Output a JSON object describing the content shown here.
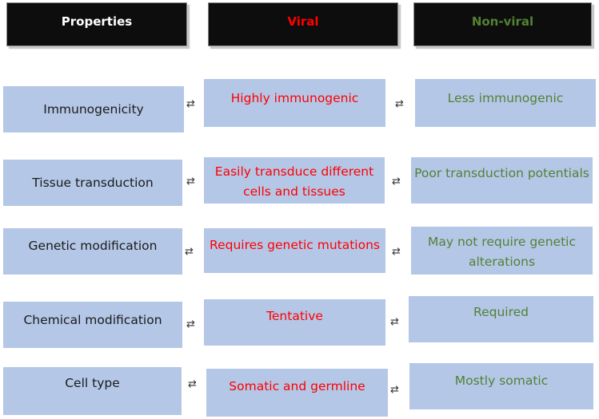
{
  "headers": {
    "properties": "Properties",
    "viral": "Viral",
    "nonviral": "Non-viral"
  },
  "colors": {
    "header_bg": "#0d0d0d",
    "header_properties_text": "#ffffff",
    "viral_text": "#ff0000",
    "nonviral_text": "#538135",
    "cell_bg": "#b4c7e7"
  },
  "connector_icon": "double-arrow-icon",
  "connector_glyph": "⇄",
  "rows": [
    {
      "property": "Immunogenicity",
      "viral": [
        "Highly immunogenic"
      ],
      "nonviral": [
        "Less immunogenic"
      ]
    },
    {
      "property": "Tissue transduction",
      "viral": [
        "Easily transduce different",
        "cells and tissues"
      ],
      "nonviral": [
        "Poor transduction potentials"
      ]
    },
    {
      "property": "Genetic modification",
      "viral": [
        "Requires genetic mutations"
      ],
      "nonviral": [
        "May not require genetic",
        "alterations"
      ]
    },
    {
      "property": "Chemical modification",
      "viral": [
        "Tentative"
      ],
      "nonviral": [
        "Required"
      ]
    },
    {
      "property": "Cell type",
      "viral": [
        "Somatic and germline"
      ],
      "nonviral": [
        "Mostly somatic"
      ]
    }
  ]
}
